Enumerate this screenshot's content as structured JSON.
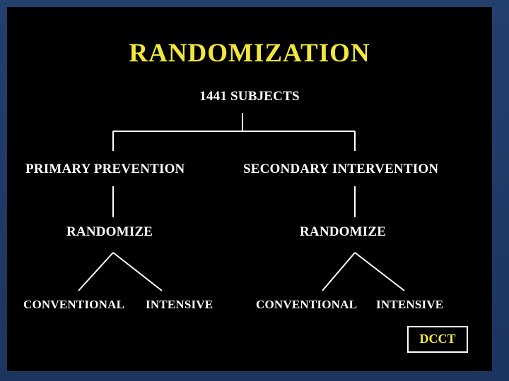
{
  "title": "RANDOMIZATION",
  "root": "1441 SUBJECTS",
  "branches": [
    {
      "label": "PRIMARY PREVENTION",
      "randomize": "RANDOMIZE",
      "arms": [
        "CONVENTIONAL",
        "INTENSIVE"
      ]
    },
    {
      "label": "SECONDARY INTERVENTION",
      "randomize": "RANDOMIZE",
      "arms": [
        "CONVENTIONAL",
        "INTENSIVE"
      ]
    }
  ],
  "badge": "DCCT",
  "colors": {
    "background": "#000000",
    "frame": "#1e3a66",
    "title": "#f2e83a",
    "text": "#ffffff",
    "badge_text": "#f2e83a"
  }
}
